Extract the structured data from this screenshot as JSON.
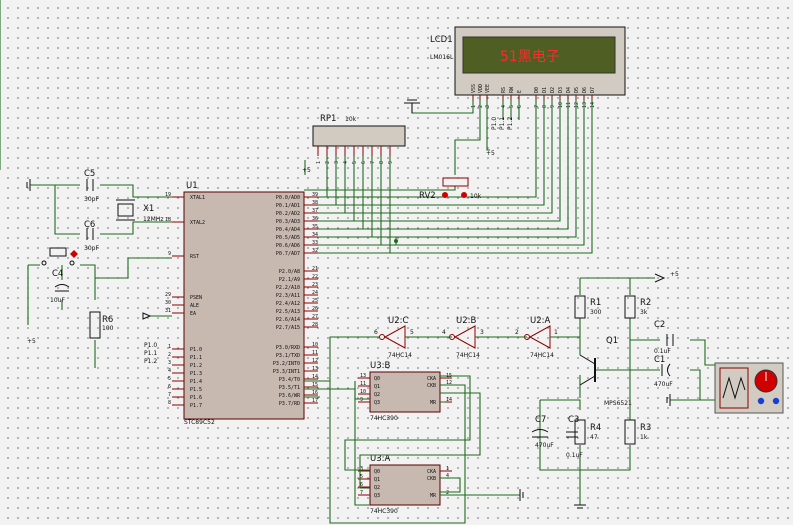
{
  "lcd": {
    "ref": "LCD1",
    "model": "LM016L",
    "display_text": "51黑电子",
    "pins": [
      "VSS",
      "VDD",
      "VEE",
      "RS",
      "RW",
      "E",
      "D0",
      "D1",
      "D2",
      "D3",
      "D4",
      "D5",
      "D6",
      "D7"
    ],
    "pin_numbers": [
      "1",
      "2",
      "3",
      "4",
      "5",
      "6",
      "7",
      "8",
      "9",
      "10",
      "11",
      "12",
      "13",
      "14"
    ]
  },
  "rp1": {
    "ref": "RP1",
    "value": "10k",
    "pins": [
      "1",
      "2",
      "3",
      "4",
      "5",
      "6",
      "7",
      "8",
      "9"
    ]
  },
  "rv2": {
    "ref": "RV2",
    "value": "10k"
  },
  "lcd_ctrl_labels": [
    "P1.0",
    "P1.1",
    "P1.2"
  ],
  "u1": {
    "ref": "U1",
    "part": "STC89C52",
    "left_pins": [
      {
        "num": "19",
        "name": "XTAL1"
      },
      {
        "num": "18",
        "name": "XTAL2"
      },
      {
        "num": "9",
        "name": "RST"
      },
      {
        "num": "29",
        "name": "PSEN"
      },
      {
        "num": "30",
        "name": "ALE"
      },
      {
        "num": "31",
        "name": "EA"
      },
      {
        "num": "1",
        "name": "P1.0"
      },
      {
        "num": "2",
        "name": "P1.1"
      },
      {
        "num": "3",
        "name": "P1.2"
      },
      {
        "num": "4",
        "name": "P1.3"
      },
      {
        "num": "5",
        "name": "P1.4"
      },
      {
        "num": "6",
        "name": "P1.5"
      },
      {
        "num": "7",
        "name": "P1.6"
      },
      {
        "num": "8",
        "name": "P1.7"
      }
    ],
    "right_pins": [
      {
        "num": "39",
        "name": "P0.0/AD0"
      },
      {
        "num": "38",
        "name": "P0.1/AD1"
      },
      {
        "num": "37",
        "name": "P0.2/AD2"
      },
      {
        "num": "36",
        "name": "P0.3/AD3"
      },
      {
        "num": "35",
        "name": "P0.4/AD4"
      },
      {
        "num": "34",
        "name": "P0.5/AD5"
      },
      {
        "num": "33",
        "name": "P0.6/AD6"
      },
      {
        "num": "32",
        "name": "P0.7/AD7"
      },
      {
        "num": "21",
        "name": "P2.0/A8"
      },
      {
        "num": "22",
        "name": "P2.1/A9"
      },
      {
        "num": "23",
        "name": "P2.2/A10"
      },
      {
        "num": "24",
        "name": "P2.3/A11"
      },
      {
        "num": "25",
        "name": "P2.4/A12"
      },
      {
        "num": "26",
        "name": "P2.5/A13"
      },
      {
        "num": "27",
        "name": "P2.6/A14"
      },
      {
        "num": "28",
        "name": "P2.7/A15"
      },
      {
        "num": "10",
        "name": "P3.0/RXD"
      },
      {
        "num": "11",
        "name": "P3.1/TXD"
      },
      {
        "num": "12",
        "name": "P3.2/INT0"
      },
      {
        "num": "13",
        "name": "P3.3/INT1"
      },
      {
        "num": "14",
        "name": "P3.4/T0"
      },
      {
        "num": "15",
        "name": "P3.5/T1"
      },
      {
        "num": "16",
        "name": "P3.6/WR"
      },
      {
        "num": "17",
        "name": "P3.7/RD"
      }
    ],
    "port1_labels": [
      "P1.0",
      "P1.1",
      "P1.2"
    ]
  },
  "crystal": {
    "ref": "X1",
    "value": "12MHz"
  },
  "caps": {
    "c5": {
      "ref": "C5",
      "value": "30pF"
    },
    "c6": {
      "ref": "C6",
      "value": "30pF"
    },
    "c4": {
      "ref": "C4",
      "value": "10uF"
    },
    "c2": {
      "ref": "C2",
      "value": "0.1uF"
    },
    "c1": {
      "ref": "C1",
      "value": "470uF"
    },
    "c7": {
      "ref": "C7",
      "value": "470uF"
    },
    "c3": {
      "ref": "C3",
      "value": "0.1uF"
    }
  },
  "resistors": {
    "r6": {
      "ref": "R6",
      "value": "100"
    },
    "r1": {
      "ref": "R1",
      "value": "300"
    },
    "r2": {
      "ref": "R2",
      "value": "3k"
    },
    "r4": {
      "ref": "R4",
      "value": "47"
    },
    "r3": {
      "ref": "R3",
      "value": "1k"
    }
  },
  "power": {
    "plus5": "+5"
  },
  "inverters": [
    {
      "ref": "U2:C",
      "part": "74HC14",
      "in": "5",
      "out": "6"
    },
    {
      "ref": "U2:B",
      "part": "74HC14",
      "in": "3",
      "out": "4"
    },
    {
      "ref": "U2:A",
      "part": "74HC14",
      "in": "1",
      "out": "2"
    }
  ],
  "u3b": {
    "ref": "U3:B",
    "part": "74HC390",
    "outs": [
      {
        "num": "13",
        "name": "Q0"
      },
      {
        "num": "11",
        "name": "Q1"
      },
      {
        "num": "10",
        "name": "Q2"
      },
      {
        "num": "9",
        "name": "Q3"
      }
    ],
    "ins": [
      {
        "num": "15",
        "name": "CKA"
      },
      {
        "num": "12",
        "name": "CKB"
      },
      {
        "num": "14",
        "name": "MR"
      }
    ]
  },
  "u3a": {
    "ref": "U3:A",
    "part": "74HC390",
    "outs": [
      {
        "num": "3",
        "name": "Q0"
      },
      {
        "num": "5",
        "name": "Q1"
      },
      {
        "num": "6",
        "name": "Q2"
      },
      {
        "num": "7",
        "name": "Q3"
      }
    ],
    "ins": [
      {
        "num": "1",
        "name": "CKA"
      },
      {
        "num": "4",
        "name": "CKB"
      },
      {
        "num": "2",
        "name": "MR"
      }
    ]
  },
  "q1": {
    "ref": "Q1",
    "part": "MPS6521"
  },
  "colors": {
    "wire": "#1e6b1e",
    "part_outline": "#8a0000",
    "lcd_bg": "#4f5f24",
    "lcd_text": "#ff2a2a",
    "background": "#f2f2f2"
  }
}
